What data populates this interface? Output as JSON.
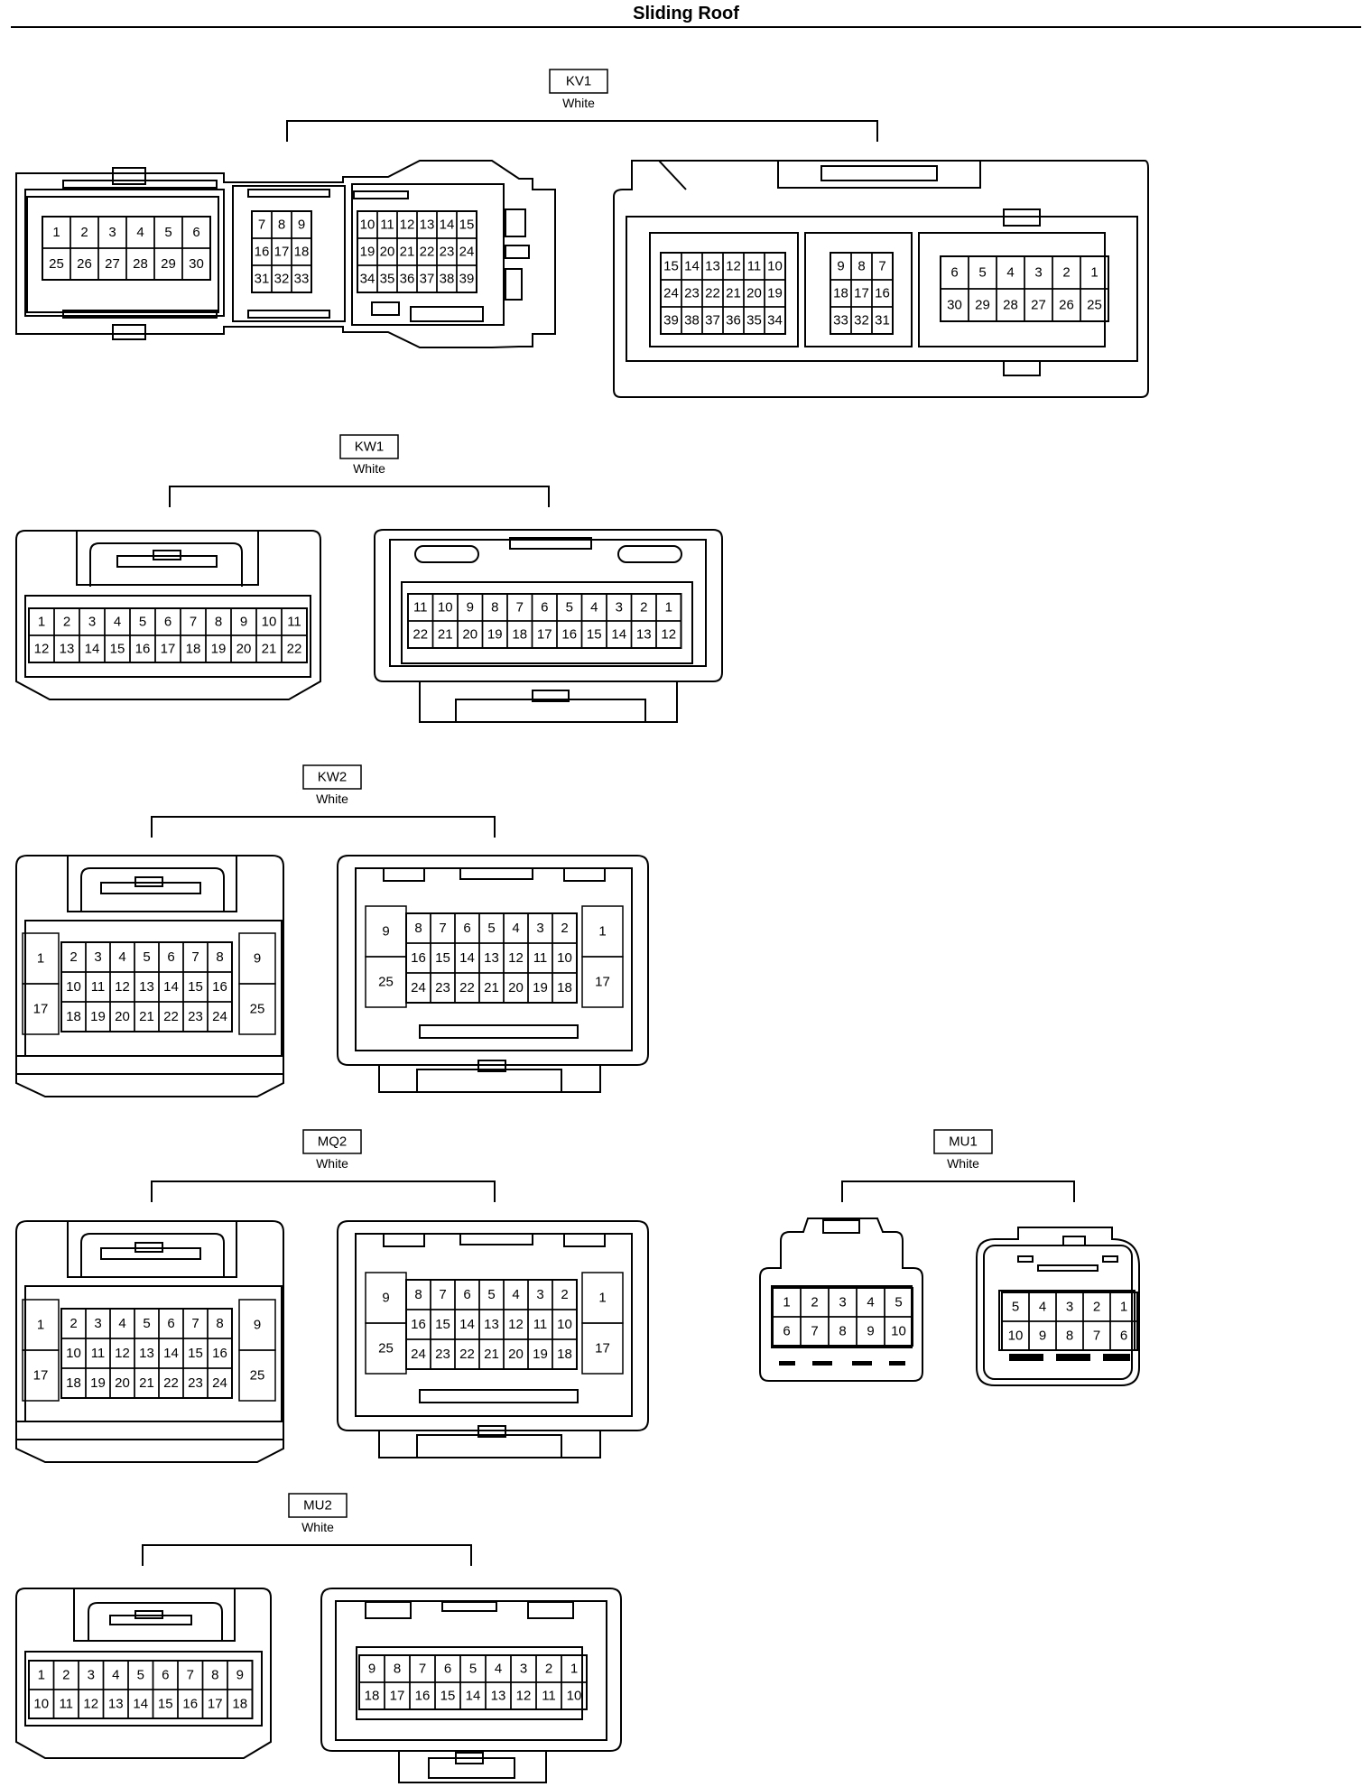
{
  "page_title": "Sliding Roof",
  "connectors": [
    {
      "code": "KV1",
      "color": "White",
      "views": [
        {
          "groups": [
            [
              [
                "1",
                "2",
                "3",
                "4",
                "5",
                "6"
              ],
              [
                "25",
                "26",
                "27",
                "28",
                "29",
                "30"
              ]
            ],
            [
              [
                "7",
                "8",
                "9"
              ],
              [
                "16",
                "17",
                "18"
              ],
              [
                "31",
                "32",
                "33"
              ]
            ],
            [
              [
                "10",
                "11",
                "12",
                "13",
                "14",
                "15"
              ],
              [
                "19",
                "20",
                "21",
                "22",
                "23",
                "24"
              ],
              [
                "34",
                "35",
                "36",
                "37",
                "38",
                "39"
              ]
            ]
          ]
        },
        {
          "groups": [
            [
              [
                "15",
                "14",
                "13",
                "12",
                "11",
                "10"
              ],
              [
                "24",
                "23",
                "22",
                "21",
                "20",
                "19"
              ],
              [
                "39",
                "38",
                "37",
                "36",
                "35",
                "34"
              ]
            ],
            [
              [
                "9",
                "8",
                "7"
              ],
              [
                "18",
                "17",
                "16"
              ],
              [
                "33",
                "32",
                "31"
              ]
            ],
            [
              [
                "6",
                "5",
                "4",
                "3",
                "2",
                "1"
              ],
              [
                "30",
                "29",
                "28",
                "27",
                "26",
                "25"
              ]
            ]
          ]
        }
      ]
    },
    {
      "code": "KW1",
      "color": "White",
      "views": [
        {
          "groups": [
            [
              [
                "1",
                "2",
                "3",
                "4",
                "5",
                "6",
                "7",
                "8",
                "9",
                "10",
                "11"
              ],
              [
                "12",
                "13",
                "14",
                "15",
                "16",
                "17",
                "18",
                "19",
                "20",
                "21",
                "22"
              ]
            ]
          ]
        },
        {
          "groups": [
            [
              [
                "11",
                "10",
                "9",
                "8",
                "7",
                "6",
                "5",
                "4",
                "3",
                "2",
                "1"
              ],
              [
                "22",
                "21",
                "20",
                "19",
                "18",
                "17",
                "16",
                "15",
                "14",
                "13",
                "12"
              ]
            ]
          ]
        }
      ]
    },
    {
      "code": "KW2",
      "color": "White",
      "views": [
        {
          "side_left": [
            "1",
            "17"
          ],
          "side_right": [
            "9",
            "25"
          ],
          "groups": [
            [
              [
                "2",
                "3",
                "4",
                "5",
                "6",
                "7",
                "8"
              ],
              [
                "10",
                "11",
                "12",
                "13",
                "14",
                "15",
                "16"
              ],
              [
                "18",
                "19",
                "20",
                "21",
                "22",
                "23",
                "24"
              ]
            ]
          ]
        },
        {
          "side_left": [
            "9",
            "25"
          ],
          "side_right": [
            "1",
            "17"
          ],
          "groups": [
            [
              [
                "8",
                "7",
                "6",
                "5",
                "4",
                "3",
                "2"
              ],
              [
                "16",
                "15",
                "14",
                "13",
                "12",
                "11",
                "10"
              ],
              [
                "24",
                "23",
                "22",
                "21",
                "20",
                "19",
                "18"
              ]
            ]
          ]
        }
      ]
    },
    {
      "code": "MQ2",
      "color": "White",
      "views": [
        {
          "side_left": [
            "1",
            "17"
          ],
          "side_right": [
            "9",
            "25"
          ],
          "groups": [
            [
              [
                "2",
                "3",
                "4",
                "5",
                "6",
                "7",
                "8"
              ],
              [
                "10",
                "11",
                "12",
                "13",
                "14",
                "15",
                "16"
              ],
              [
                "18",
                "19",
                "20",
                "21",
                "22",
                "23",
                "24"
              ]
            ]
          ]
        },
        {
          "side_left": [
            "9",
            "25"
          ],
          "side_right": [
            "1",
            "17"
          ],
          "groups": [
            [
              [
                "8",
                "7",
                "6",
                "5",
                "4",
                "3",
                "2"
              ],
              [
                "16",
                "15",
                "14",
                "13",
                "12",
                "11",
                "10"
              ],
              [
                "24",
                "23",
                "22",
                "21",
                "20",
                "19",
                "18"
              ]
            ]
          ]
        }
      ]
    },
    {
      "code": "MU1",
      "color": "White",
      "views": [
        {
          "groups": [
            [
              [
                "1",
                "2",
                "3",
                "4",
                "5"
              ],
              [
                "6",
                "7",
                "8",
                "9",
                "10"
              ]
            ]
          ]
        },
        {
          "groups": [
            [
              [
                "5",
                "4",
                "3",
                "2",
                "1"
              ],
              [
                "10",
                "9",
                "8",
                "7",
                "6"
              ]
            ]
          ]
        }
      ]
    },
    {
      "code": "MU2",
      "color": "White",
      "views": [
        {
          "groups": [
            [
              [
                "1",
                "2",
                "3",
                "4",
                "5",
                "6",
                "7",
                "8",
                "9"
              ],
              [
                "10",
                "11",
                "12",
                "13",
                "14",
                "15",
                "16",
                "17",
                "18"
              ]
            ]
          ]
        },
        {
          "groups": [
            [
              [
                "9",
                "8",
                "7",
                "6",
                "5",
                "4",
                "3",
                "2",
                "1"
              ],
              [
                "18",
                "17",
                "16",
                "15",
                "14",
                "13",
                "12",
                "11",
                "10"
              ]
            ]
          ]
        }
      ]
    }
  ]
}
